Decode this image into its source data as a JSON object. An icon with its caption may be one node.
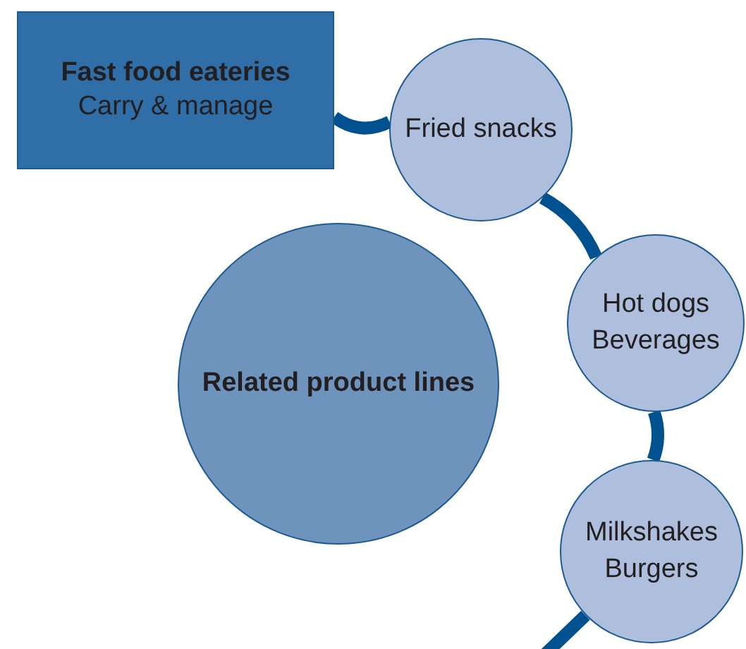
{
  "diagram": {
    "nodes": [
      {
        "text": [
          "Fast food eateries",
          "Carry & manage"
        ]
      },
      {
        "text": [
          "Fried snacks"
        ]
      },
      {
        "text": [
          "Hot dogs Beverages"
        ]
      },
      {
        "text": [
          "Milkshakes Burgers"
        ]
      },
      {
        "text": [
          "Related product lines"
        ]
      }
    ],
    "edges": [
      {
        "from": 0,
        "to": 1,
        "arrow": "none"
      },
      {
        "from": 1,
        "to": 2,
        "arrow": "none"
      },
      {
        "from": 2,
        "to": 3,
        "arrow": "none"
      },
      {
        "from": 3,
        "to": null,
        "arrow": "none"
      }
    ]
  }
}
